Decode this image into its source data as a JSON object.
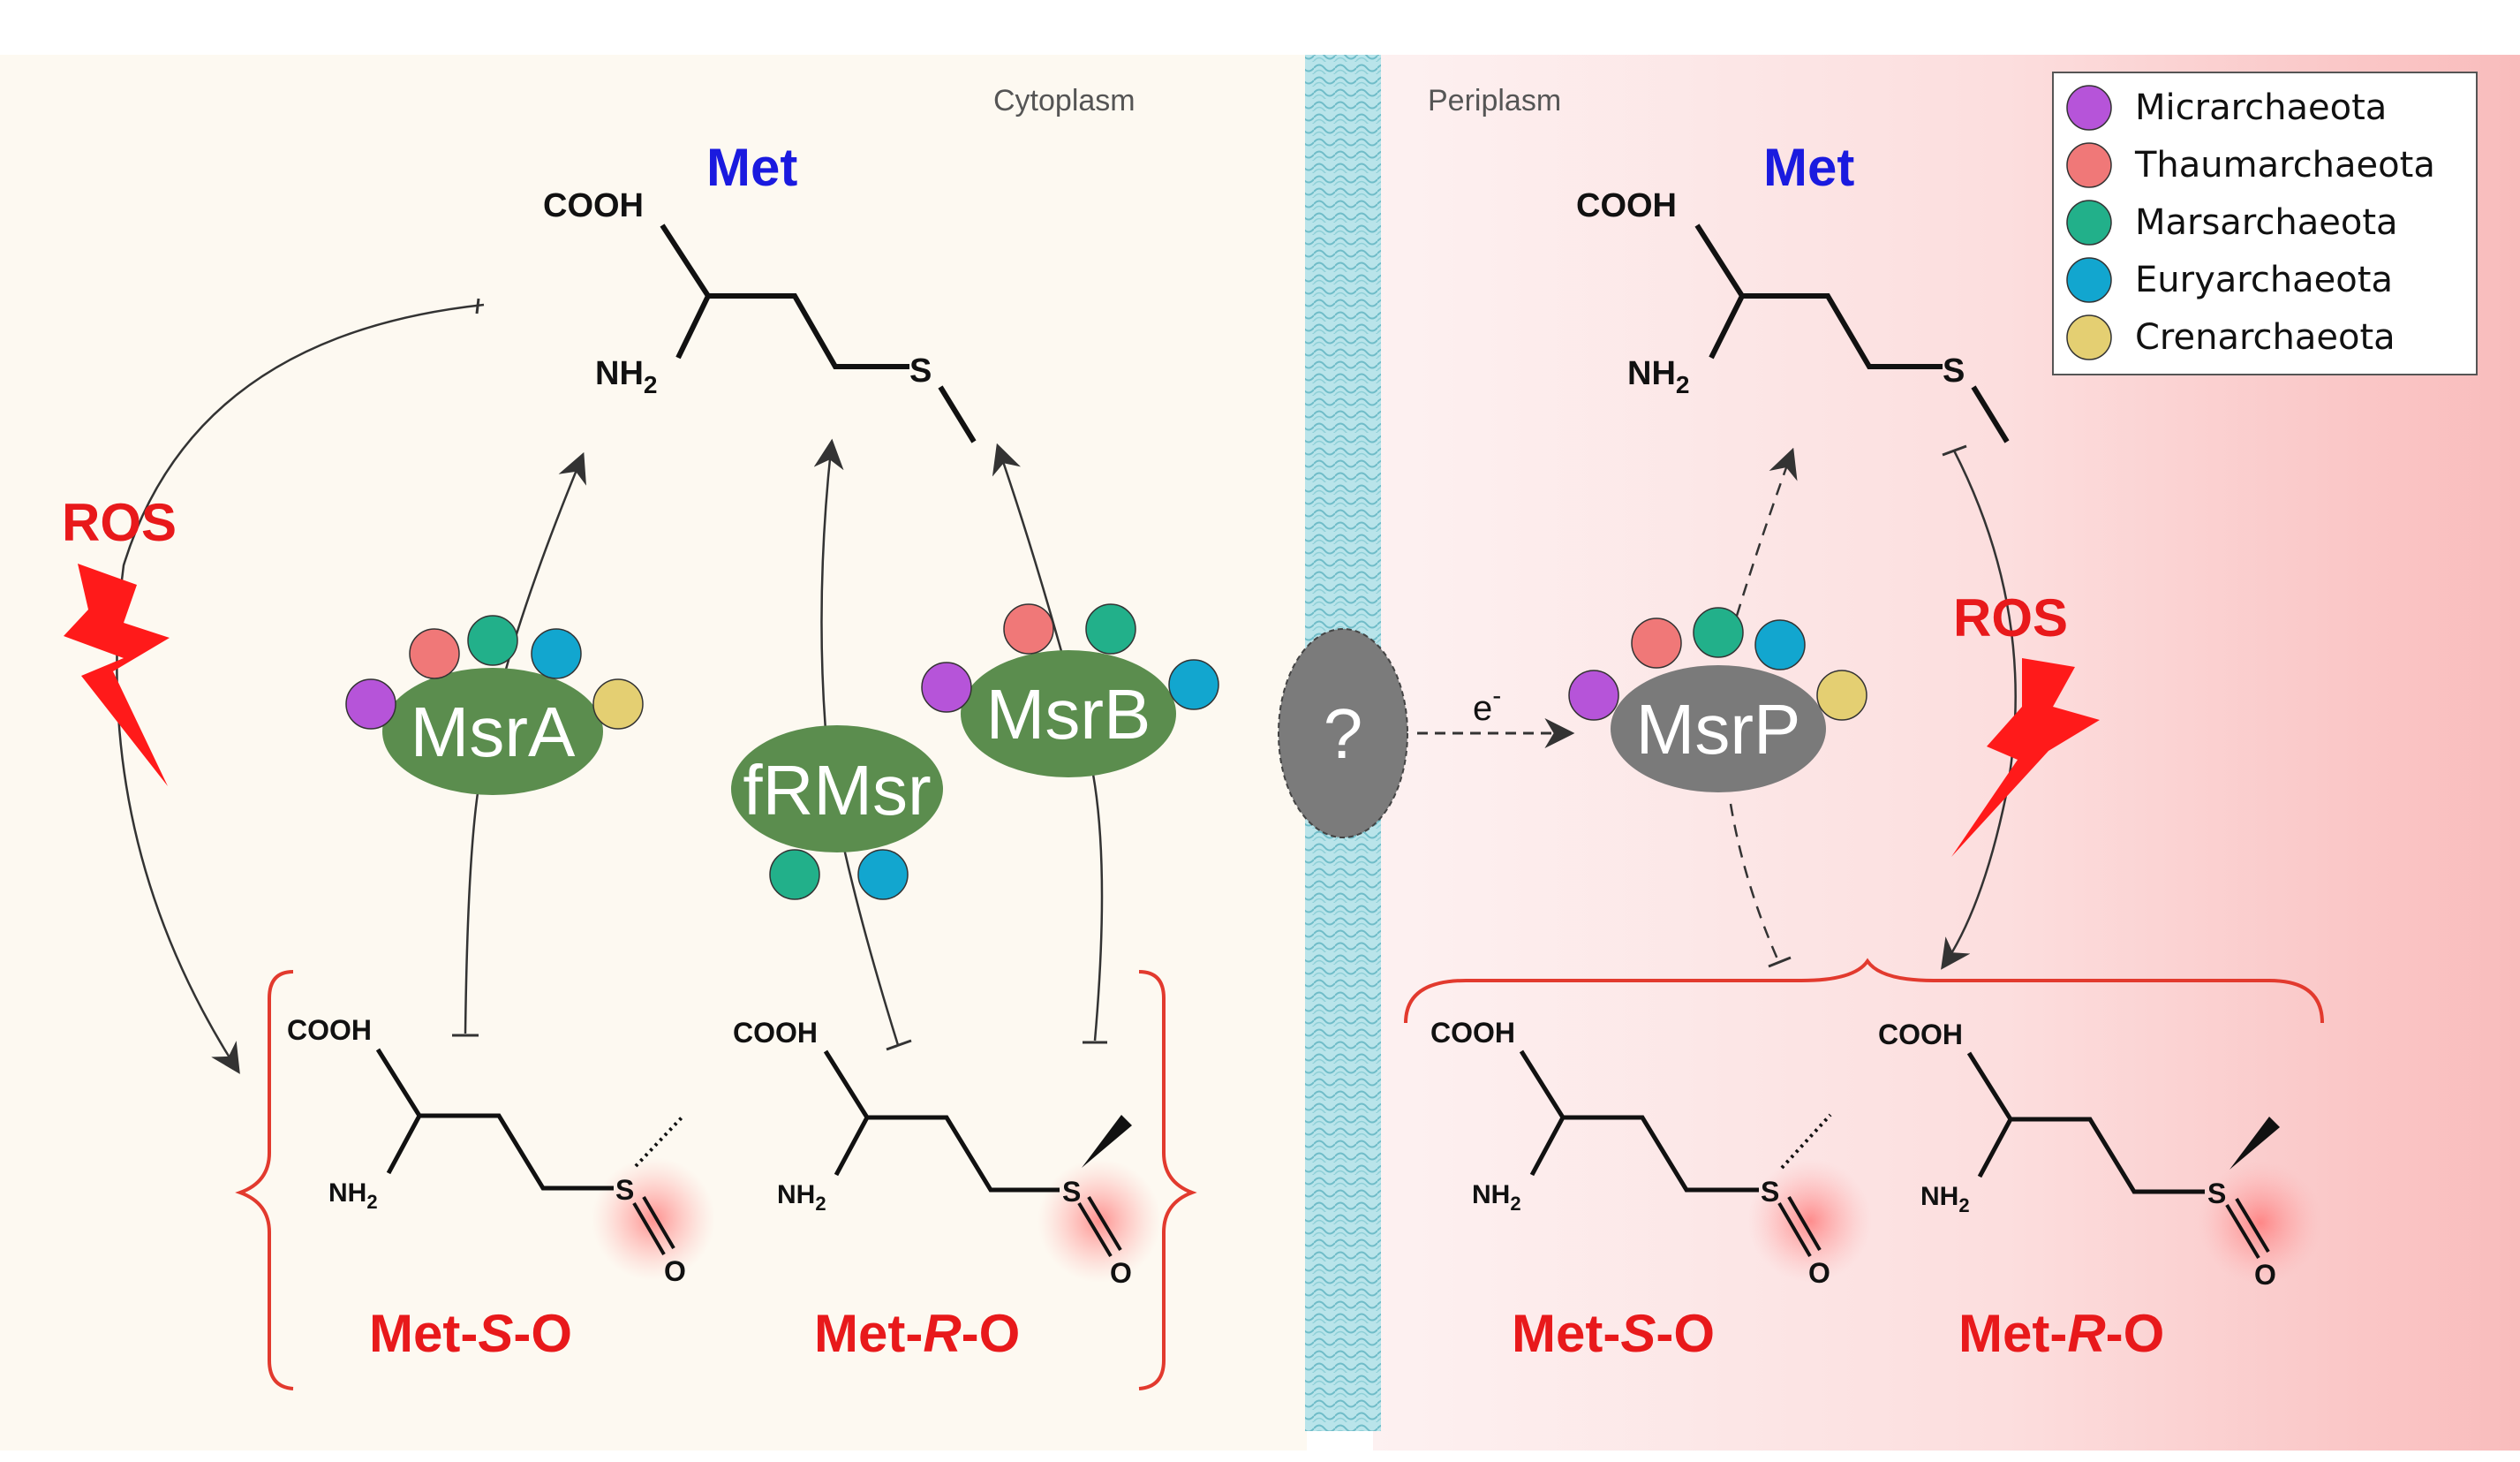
{
  "compartments": {
    "left": "Cytoplasm",
    "right": "Periplasm"
  },
  "legend": {
    "items": [
      {
        "name": "Micrarchaeota",
        "color": "#b654d9"
      },
      {
        "name": "Thaumarchaeota",
        "color": "#f07878"
      },
      {
        "name": "Marsarchaeota",
        "color": "#22b08a"
      },
      {
        "name": "Euryarchaeota",
        "color": "#12a6cf"
      },
      {
        "name": "Crenarchaeota",
        "color": "#e4cf72"
      }
    ]
  },
  "molecules": {
    "met_label": "Met",
    "cooh": "COOH",
    "nh2": "NH",
    "sub2": "2",
    "s": "S",
    "o": "O",
    "met_s_o": {
      "pre": "Met-",
      "ital": "S",
      "post": "-O"
    },
    "met_r_o": {
      "pre": "Met-",
      "ital": "R",
      "post": "-O"
    }
  },
  "ros": "ROS",
  "enzymes": {
    "msra": "MsrA",
    "msrb": "MsrB",
    "frmsr": "fRMsr",
    "msrp": "MsrP",
    "unknown": "?"
  },
  "electron": {
    "e": "e",
    "sup": "-"
  },
  "colors": {
    "enzyme_green": "#5b8d4e",
    "enzyme_gray": "#7a7a7a",
    "ros_red": "#e8191b",
    "met_blue": "#1a1adf",
    "membrane": "#a6dde4",
    "bracket_red": "#e23a2e"
  }
}
